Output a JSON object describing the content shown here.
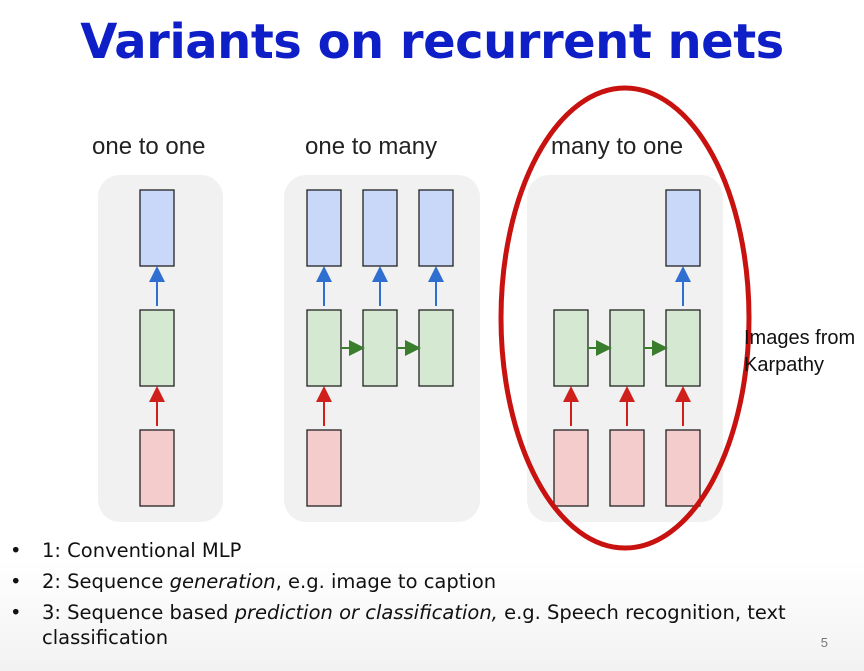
{
  "title": "Variants on recurrent nets",
  "panels": [
    {
      "label": "one to one"
    },
    {
      "label": "one to many"
    },
    {
      "label": "many to one"
    }
  ],
  "side_note": {
    "line1": "Images from",
    "line2": "Karpathy"
  },
  "bullets": [
    {
      "text_a": "1:  Conventional MLP",
      "text_em": "",
      "text_b": ""
    },
    {
      "text_a": "2: Sequence ",
      "text_em": "generation",
      "text_b": ",  e.g. image to caption"
    },
    {
      "text_a": "3: Sequence based ",
      "text_em": "prediction or classification,",
      "text_b": " e.g.  Speech recognition, text classification"
    }
  ],
  "page_number": "5",
  "colors": {
    "title": "#0f1fc7",
    "output_box": "#c9d8f8",
    "hidden_box": "#d5e8d2",
    "input_box": "#f4cccc",
    "panel_bg": "#f1f1f1",
    "arrow_up_blue": "#2f6fd1",
    "arrow_up_red": "#d0201c",
    "arrow_right_green": "#3a7d2c",
    "highlight_ellipse": "#c8120f"
  }
}
